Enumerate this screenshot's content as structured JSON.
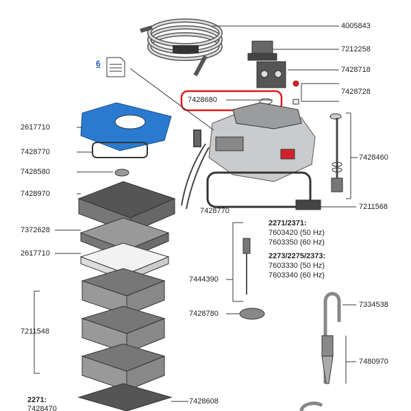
{
  "doc_ref": {
    "number": "6",
    "icon": "document-icon"
  },
  "highlight_color": "#e0161c",
  "filter_pad_color": "#2a7ad0",
  "parts": {
    "p4005843": "4005843",
    "p7212258": "7212258",
    "p7428718": "7428718",
    "p7428728": "7428728",
    "p7428680": "7428680",
    "p2617710a": "2617710",
    "p7428770a": "7428770",
    "p7428580": "7428580",
    "p7428970": "7428970",
    "p7428460": "7428460",
    "p7211568": "7211568",
    "p7428770b": "7428770",
    "p7372628": "7372628",
    "p2617710b": "2617710",
    "p7444390": "7444390",
    "p7428780": "7428780",
    "p7334538": "7334538",
    "p7211548": "7211548",
    "p7480970": "7480970",
    "p7428608": "7428608"
  },
  "variants": {
    "h1": "2271/2371:",
    "h1_l1": "7603420 (50 Hz)",
    "h1_l2": "7603350 (60 Hz)",
    "h2": "2273/2275/2373:",
    "h2_l1": "7603330 (50 Hz)",
    "h2_l2": "7603340 (60 Hz)",
    "bottom_head": "2271:",
    "bottom_part": "7428470"
  }
}
